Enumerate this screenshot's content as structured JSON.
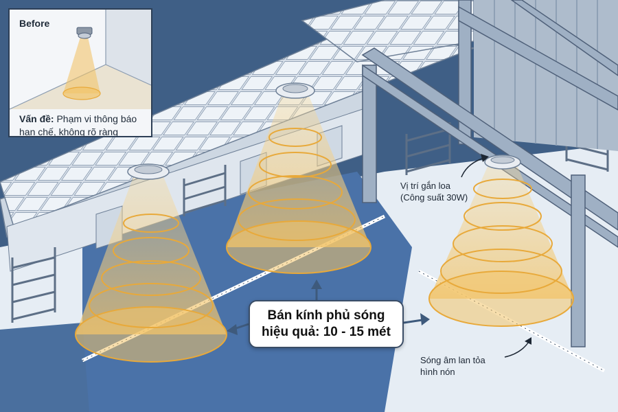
{
  "inset": {
    "title": "Before",
    "problem_label": "Vấn đề:",
    "problem_text": " Phạm vi thông báo hạn chế, không rõ ràng"
  },
  "callout": {
    "line1": "Bán kính phủ sóng",
    "line2": "hiệu quả: 10 - 15 mét"
  },
  "labels": {
    "speaker_mount": [
      "Vị trí gắn loa",
      "(Công suất 30W)"
    ],
    "sound_cone": [
      "Sóng âm lan tỏa",
      "hình nón"
    ]
  },
  "colors": {
    "outer_background": "#3f5f86",
    "floor": "#e6edf4",
    "blue_floor": "#4a72a8",
    "cone": "#f2c46a",
    "cone_ring": "#e8a93a",
    "steel": "#9fb0c4"
  }
}
